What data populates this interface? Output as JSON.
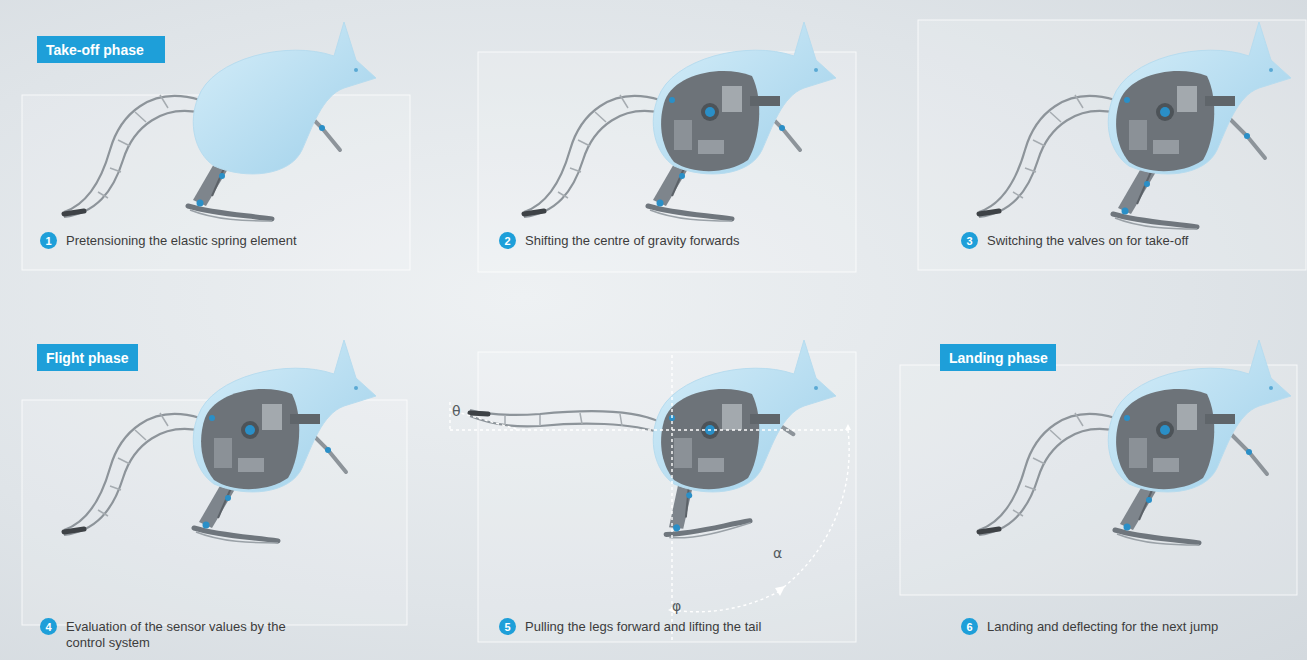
{
  "diagram": {
    "nodes": [
      {
        "text": [
          "Take-off phase"
        ]
      },
      {
        "text": [
          "1"
        ]
      },
      {
        "text": [
          "2"
        ]
      },
      {
        "text": [
          "3"
        ]
      },
      {
        "text": [
          "Flight phase"
        ]
      },
      {
        "text": [
          "4"
        ]
      },
      {
        "text": [
          "5"
        ]
      },
      {
        "text": [
          "Landing phase"
        ]
      },
      {
        "text": [
          "6"
        ]
      }
    ],
    "labels": [
      "Pretensioning the elastic spring element",
      "Shifting the centre of gravity forwards",
      "Switching the valves on for take-off",
      "Evaluation of the sensor values by the control system",
      "Pulling the legs forward and lifting the tail",
      "Landing and deflecting for the next jump",
      "θ",
      "α",
      "φ"
    ]
  }
}
